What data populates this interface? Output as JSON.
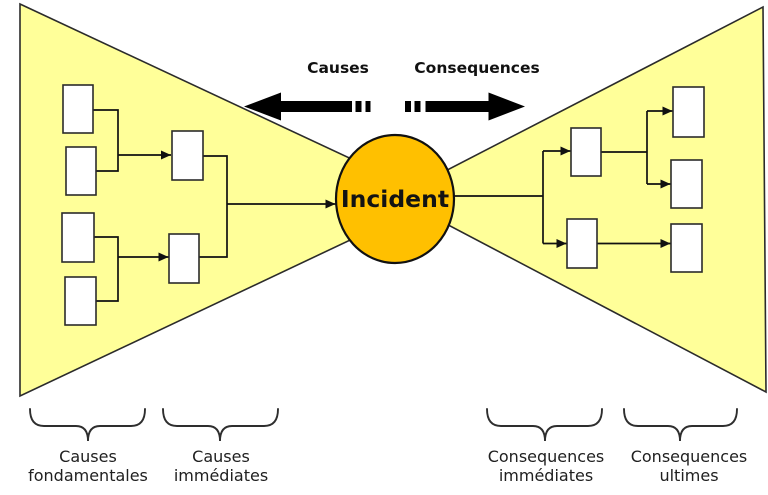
{
  "diagram": {
    "incident_label": "Incident",
    "axis": {
      "causes_label": "Causes",
      "consequences_label": "Consequences"
    },
    "braces": [
      {
        "id": "causes-fondamentales",
        "line1": "Causes",
        "line2": "fondamentales"
      },
      {
        "id": "causes-immediates",
        "line1": "Causes",
        "line2": "immédiates"
      },
      {
        "id": "consequences-immediates",
        "line1": "Consequences",
        "line2": "immédiates"
      },
      {
        "id": "consequences-ultimes",
        "line1": "Consequences",
        "line2": "ultimes"
      }
    ],
    "colors": {
      "funnel_fill": "#FFFF99",
      "incident_fill": "#FFC000",
      "arrow_color": "#000000",
      "line_color": "#111111",
      "text_color": "#1a1a1a"
    }
  }
}
